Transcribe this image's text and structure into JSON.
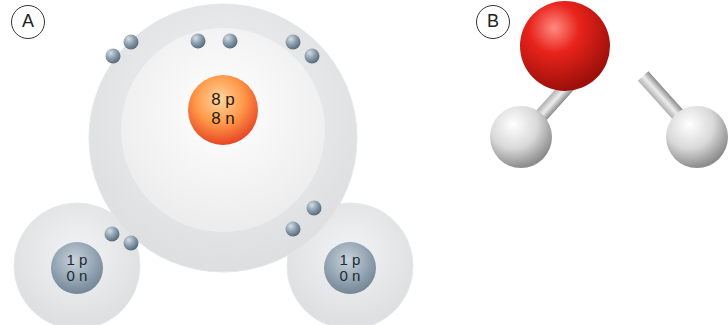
{
  "diagram": {
    "nodes": [
      {
        "text": [
          "A"
        ]
      },
      {
        "text": [
          "B"
        ]
      },
      {
        "text": [
          "8 p",
          "8 n"
        ]
      },
      {
        "text": [
          "1 p",
          "0 n"
        ]
      },
      {
        "text": [
          "1 p",
          "0 n"
        ]
      }
    ]
  }
}
